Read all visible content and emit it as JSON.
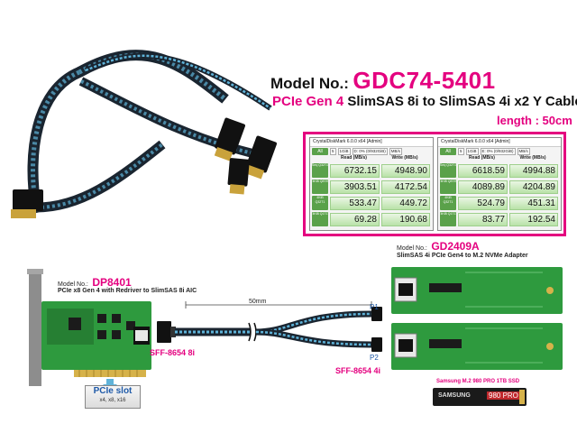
{
  "header": {
    "model_label": "Model No.:",
    "model_value": "GDC74-5401",
    "desc_pcie": "PCIe Gen 4",
    "desc_rest": "SlimSAS 8i to SlimSAS 4i x2 Y Cable",
    "length_text": "length : 50cm"
  },
  "benchmarks": [
    {
      "title": "CrystalDiskMark 6.0.0 x64 [Admin]",
      "all_btn": "All",
      "selectors": [
        "5",
        "1GiB",
        "D: 0% (0/932GiB)",
        "MB/s"
      ],
      "read_header": "Read (MB/s)",
      "write_header": "Write (MB/s)",
      "rows": [
        {
          "label": "Seq Q32T1",
          "read": "6732.15",
          "write": "4948.90"
        },
        {
          "label": "4KiB Q8T8",
          "read": "3903.51",
          "write": "4172.54"
        },
        {
          "label": "4KiB Q32T1",
          "read": "533.47",
          "write": "449.72"
        },
        {
          "label": "4KiB Q1T1",
          "read": "69.28",
          "write": "190.68"
        }
      ]
    },
    {
      "title": "CrystalDiskMark 6.0.0 x64 [Admin]",
      "all_btn": "All",
      "selectors": [
        "5",
        "1GiB",
        "E: 0% (0/932GiB)",
        "MB/s"
      ],
      "read_header": "Read (MB/s)",
      "write_header": "Write (MB/s)",
      "rows": [
        {
          "label": "Seq Q32T1",
          "read": "6618.59",
          "write": "4994.88"
        },
        {
          "label": "4KiB Q8T8",
          "read": "4089.89",
          "write": "4204.89"
        },
        {
          "label": "4KiB Q32T1",
          "read": "524.79",
          "write": "451.31"
        },
        {
          "label": "4KiB Q1T1",
          "read": "83.77",
          "write": "192.54"
        }
      ]
    }
  ],
  "aic": {
    "model_label": "Model No.:",
    "model_value": "DP8401",
    "desc": "PCIe x8 Gen 4 with Redriver to SlimSAS 8i AIC",
    "connector_label": "SFF-8654 8i",
    "slot_title": "PCIe slot",
    "slot_sub": "x4, x8, x16"
  },
  "cable": {
    "length": "50mm",
    "p1": "P1",
    "p2": "P2",
    "connector_label": "SFF-8654 4i"
  },
  "adapter": {
    "model_label": "Model No.:",
    "model_value": "GD2409A",
    "desc": "SlimSAS 4i PCIe Gen4 to M.2 NVMe Adapter",
    "ssd_label": "Samsung M.2 980 PRO 1TB SSD",
    "ssd_brand": "SAMSUNG",
    "ssd_model": "980 PRO"
  },
  "colors": {
    "accent": "#e4007f",
    "pcb_green": "#2e9a3e",
    "cable_blue": "#5fb3d9",
    "label_blue": "#1f5aa8"
  }
}
